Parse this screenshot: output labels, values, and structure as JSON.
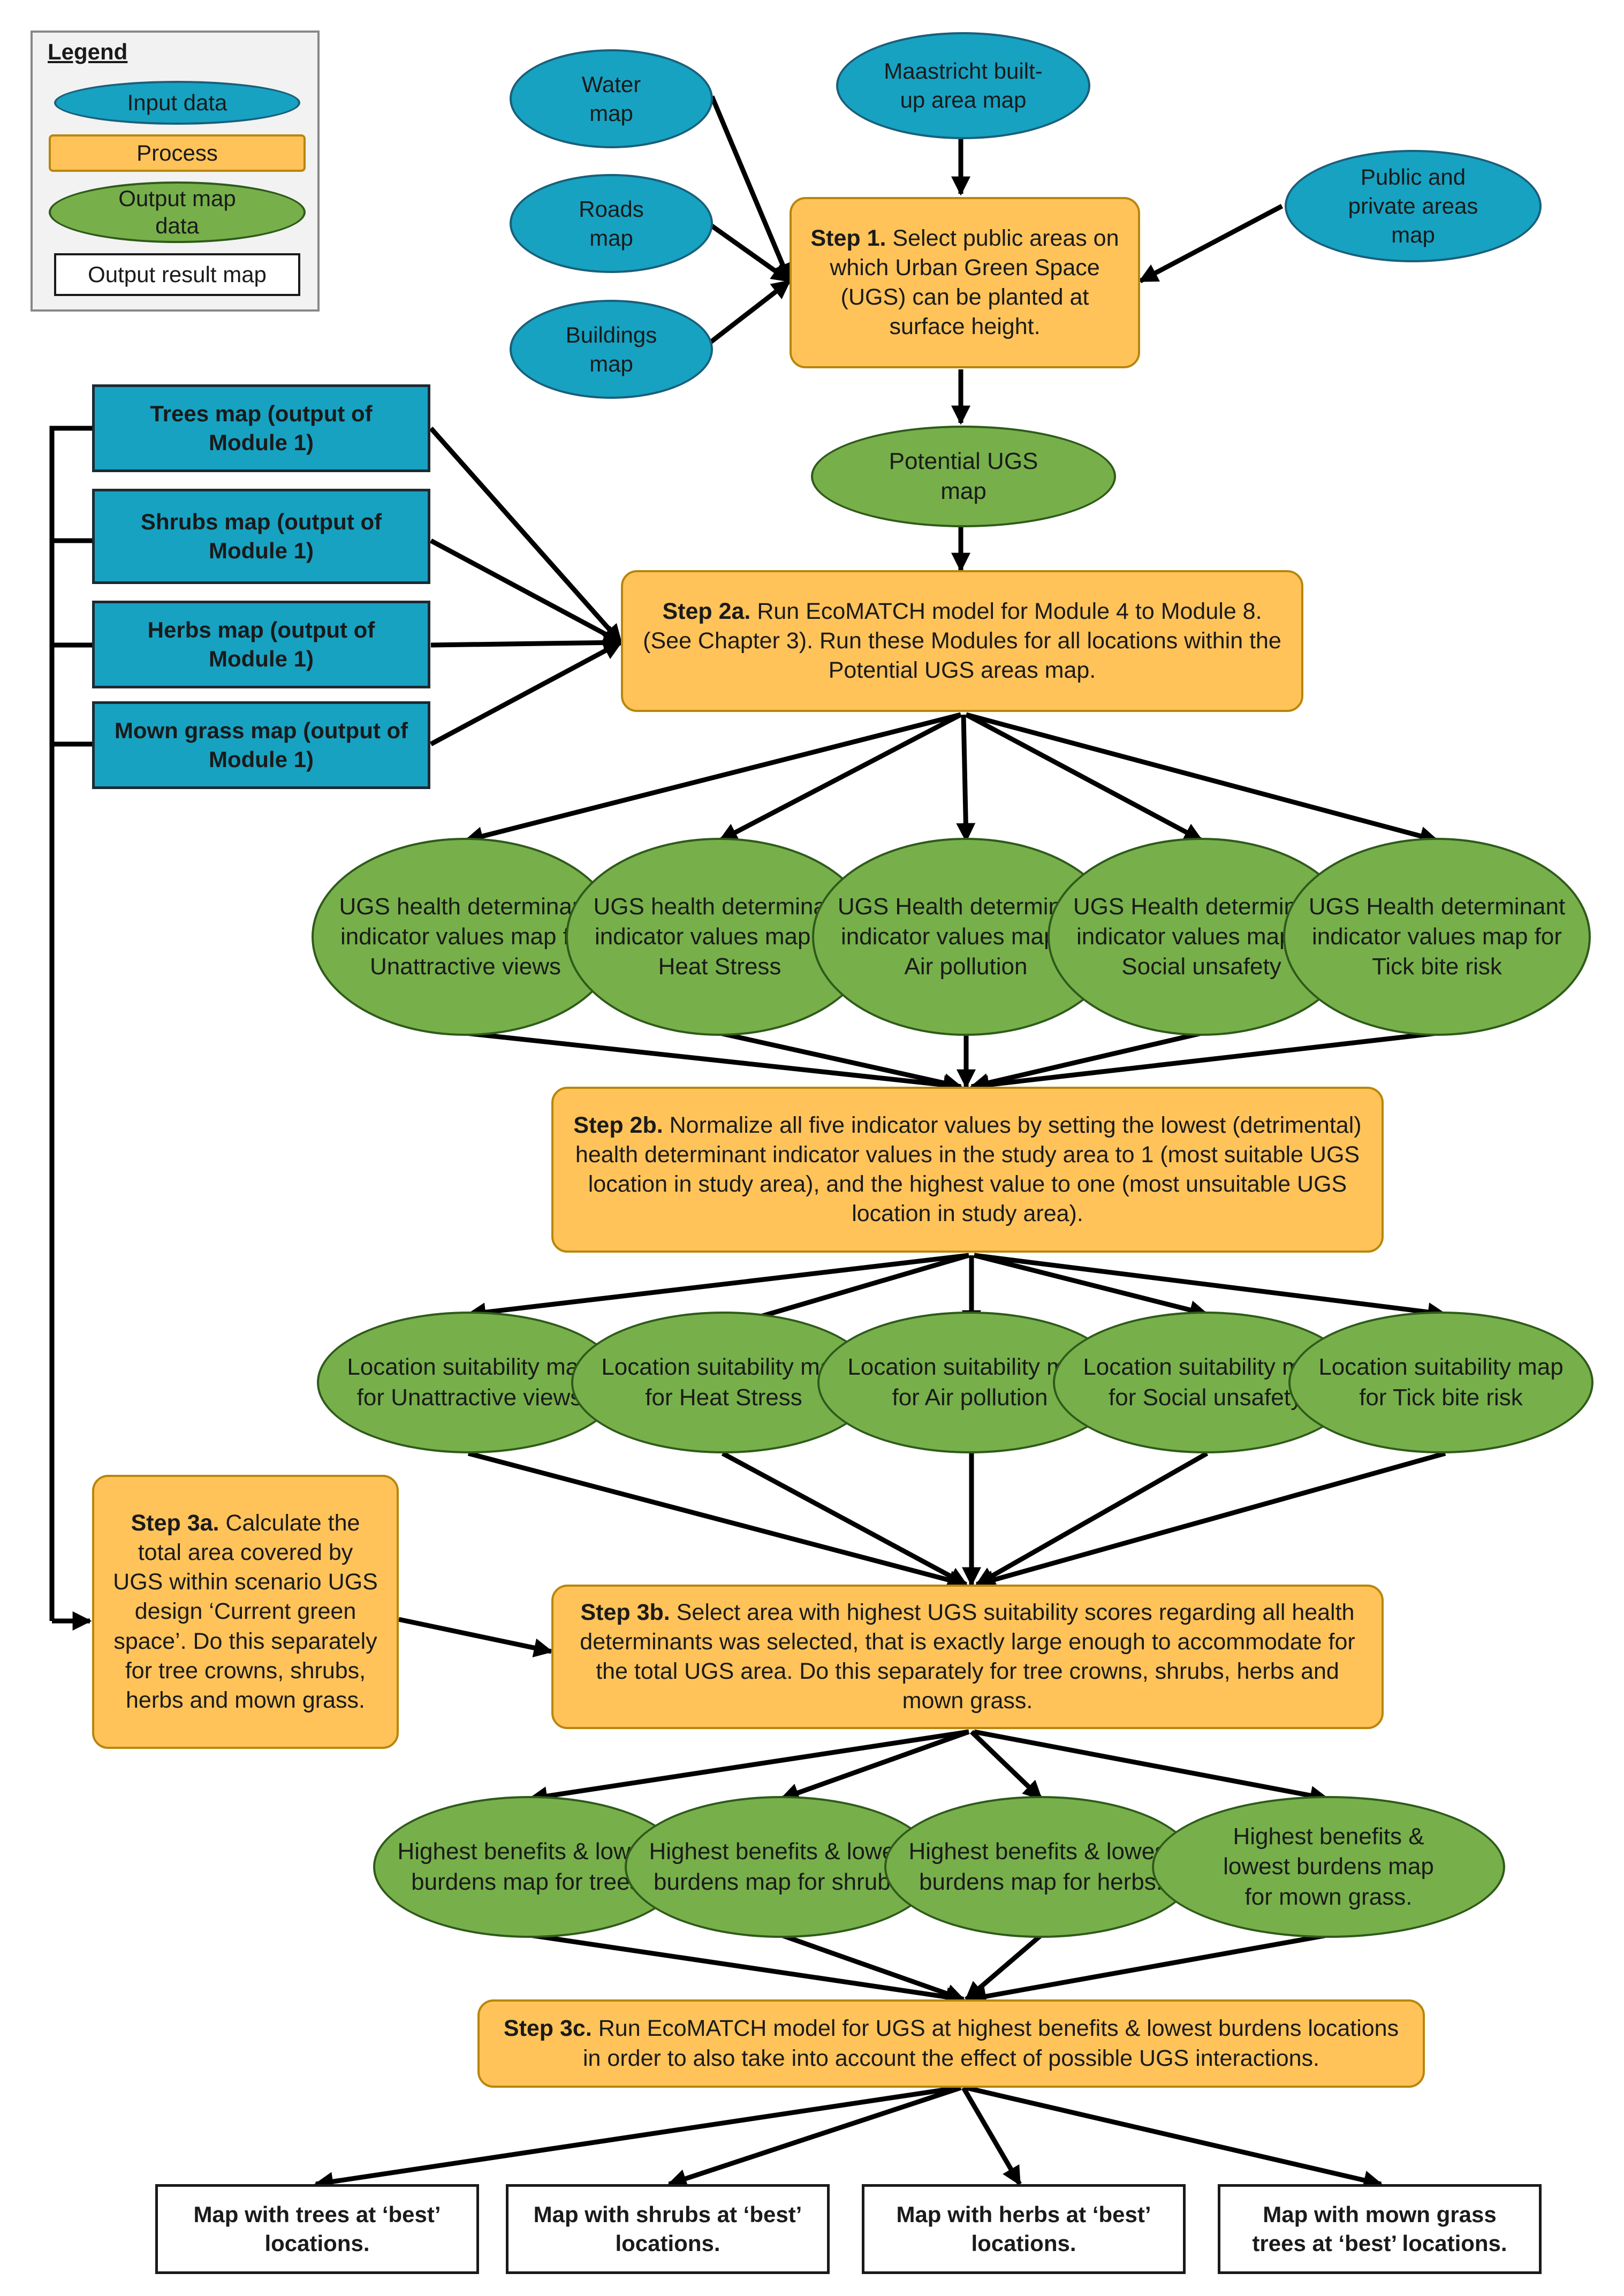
{
  "legend": {
    "title": "Legend",
    "input": "Input data",
    "process": "Process",
    "output": "Output map data",
    "result": "Output result map"
  },
  "inputs": {
    "water": "Water map",
    "maastricht": "Maastricht built-up area map",
    "roads": "Roads map",
    "buildings": "Buildings map",
    "public_private": "Public and private areas map"
  },
  "module_maps": {
    "trees": "Trees map (output of Module 1)",
    "shrubs": "Shrubs map (output of Module 1)",
    "herbs": "Herbs map (output of Module 1)",
    "mown": "Mown grass map (output of Module 1)"
  },
  "step1": {
    "label": "Step 1.",
    "text": "Select public areas on which Urban Green Space (UGS) can be planted at surface height."
  },
  "potential_ugs": "Potential UGS map",
  "step2a": {
    "label": "Step 2a.",
    "text": "Run EcoMATCH model for Module 4 to Module 8. (See Chapter 3). Run these Modules for all locations within the Potential UGS areas map."
  },
  "indicator_maps": [
    "UGS health determinant indicator values map for Unattractive views",
    "UGS health determinant indicator values map for Heat Stress",
    "UGS Health determinant indicator values map for Air pollution",
    "UGS Health determinant indicator values map for Social unsafety",
    "UGS Health determinant indicator values map for Tick bite risk"
  ],
  "step2b": {
    "label": "Step 2b.",
    "text": "Normalize all five indicator values by setting the lowest (detrimental) health determinant indicator values in the study area to 1 (most suitable UGS location in study area), and the highest value to one (most unsuitable UGS location in study area)."
  },
  "suitability_maps": [
    "Location suitability map for Unattractive views",
    "Location suitability map for Heat Stress",
    "Location suitability map for Air pollution",
    "Location suitability map for Social unsafety",
    "Location suitability map for Tick bite risk"
  ],
  "step3a": {
    "label": "Step 3a.",
    "text": "Calculate the total area covered by UGS within scenario UGS design ‘Current green space’. Do this separately for tree crowns, shrubs, herbs and mown grass."
  },
  "step3b": {
    "label": "Step 3b.",
    "text": "Select area with highest UGS suitability scores regarding all health determinants was selected, that is exactly large enough to accommodate for the total UGS area. Do this separately for tree crowns, shrubs, herbs and mown grass."
  },
  "benefit_maps": [
    "Highest benefits & lowest burdens map for trees.",
    "Highest benefits & lowest burdens map for shrubs.",
    "Highest benefits & lowest burdens map for herbs.",
    "Highest benefits & lowest burdens map for mown grass."
  ],
  "step3c": {
    "label": "Step 3c.",
    "text": "Run EcoMATCH model for UGS at highest benefits & lowest burdens locations in order to also take into account the effect of possible UGS interactions."
  },
  "results": [
    "Map with trees at ‘best’ locations.",
    "Map with shrubs at ‘best’ locations.",
    "Map with herbs at ‘best’ locations.",
    "Map with mown grass trees at ‘best’ locations."
  ],
  "colors": {
    "input_fill": "#17a2c2",
    "process_fill": "#ffc35a",
    "output_fill": "#77b04a",
    "result_fill": "#ffffff",
    "connector": "#000000"
  }
}
